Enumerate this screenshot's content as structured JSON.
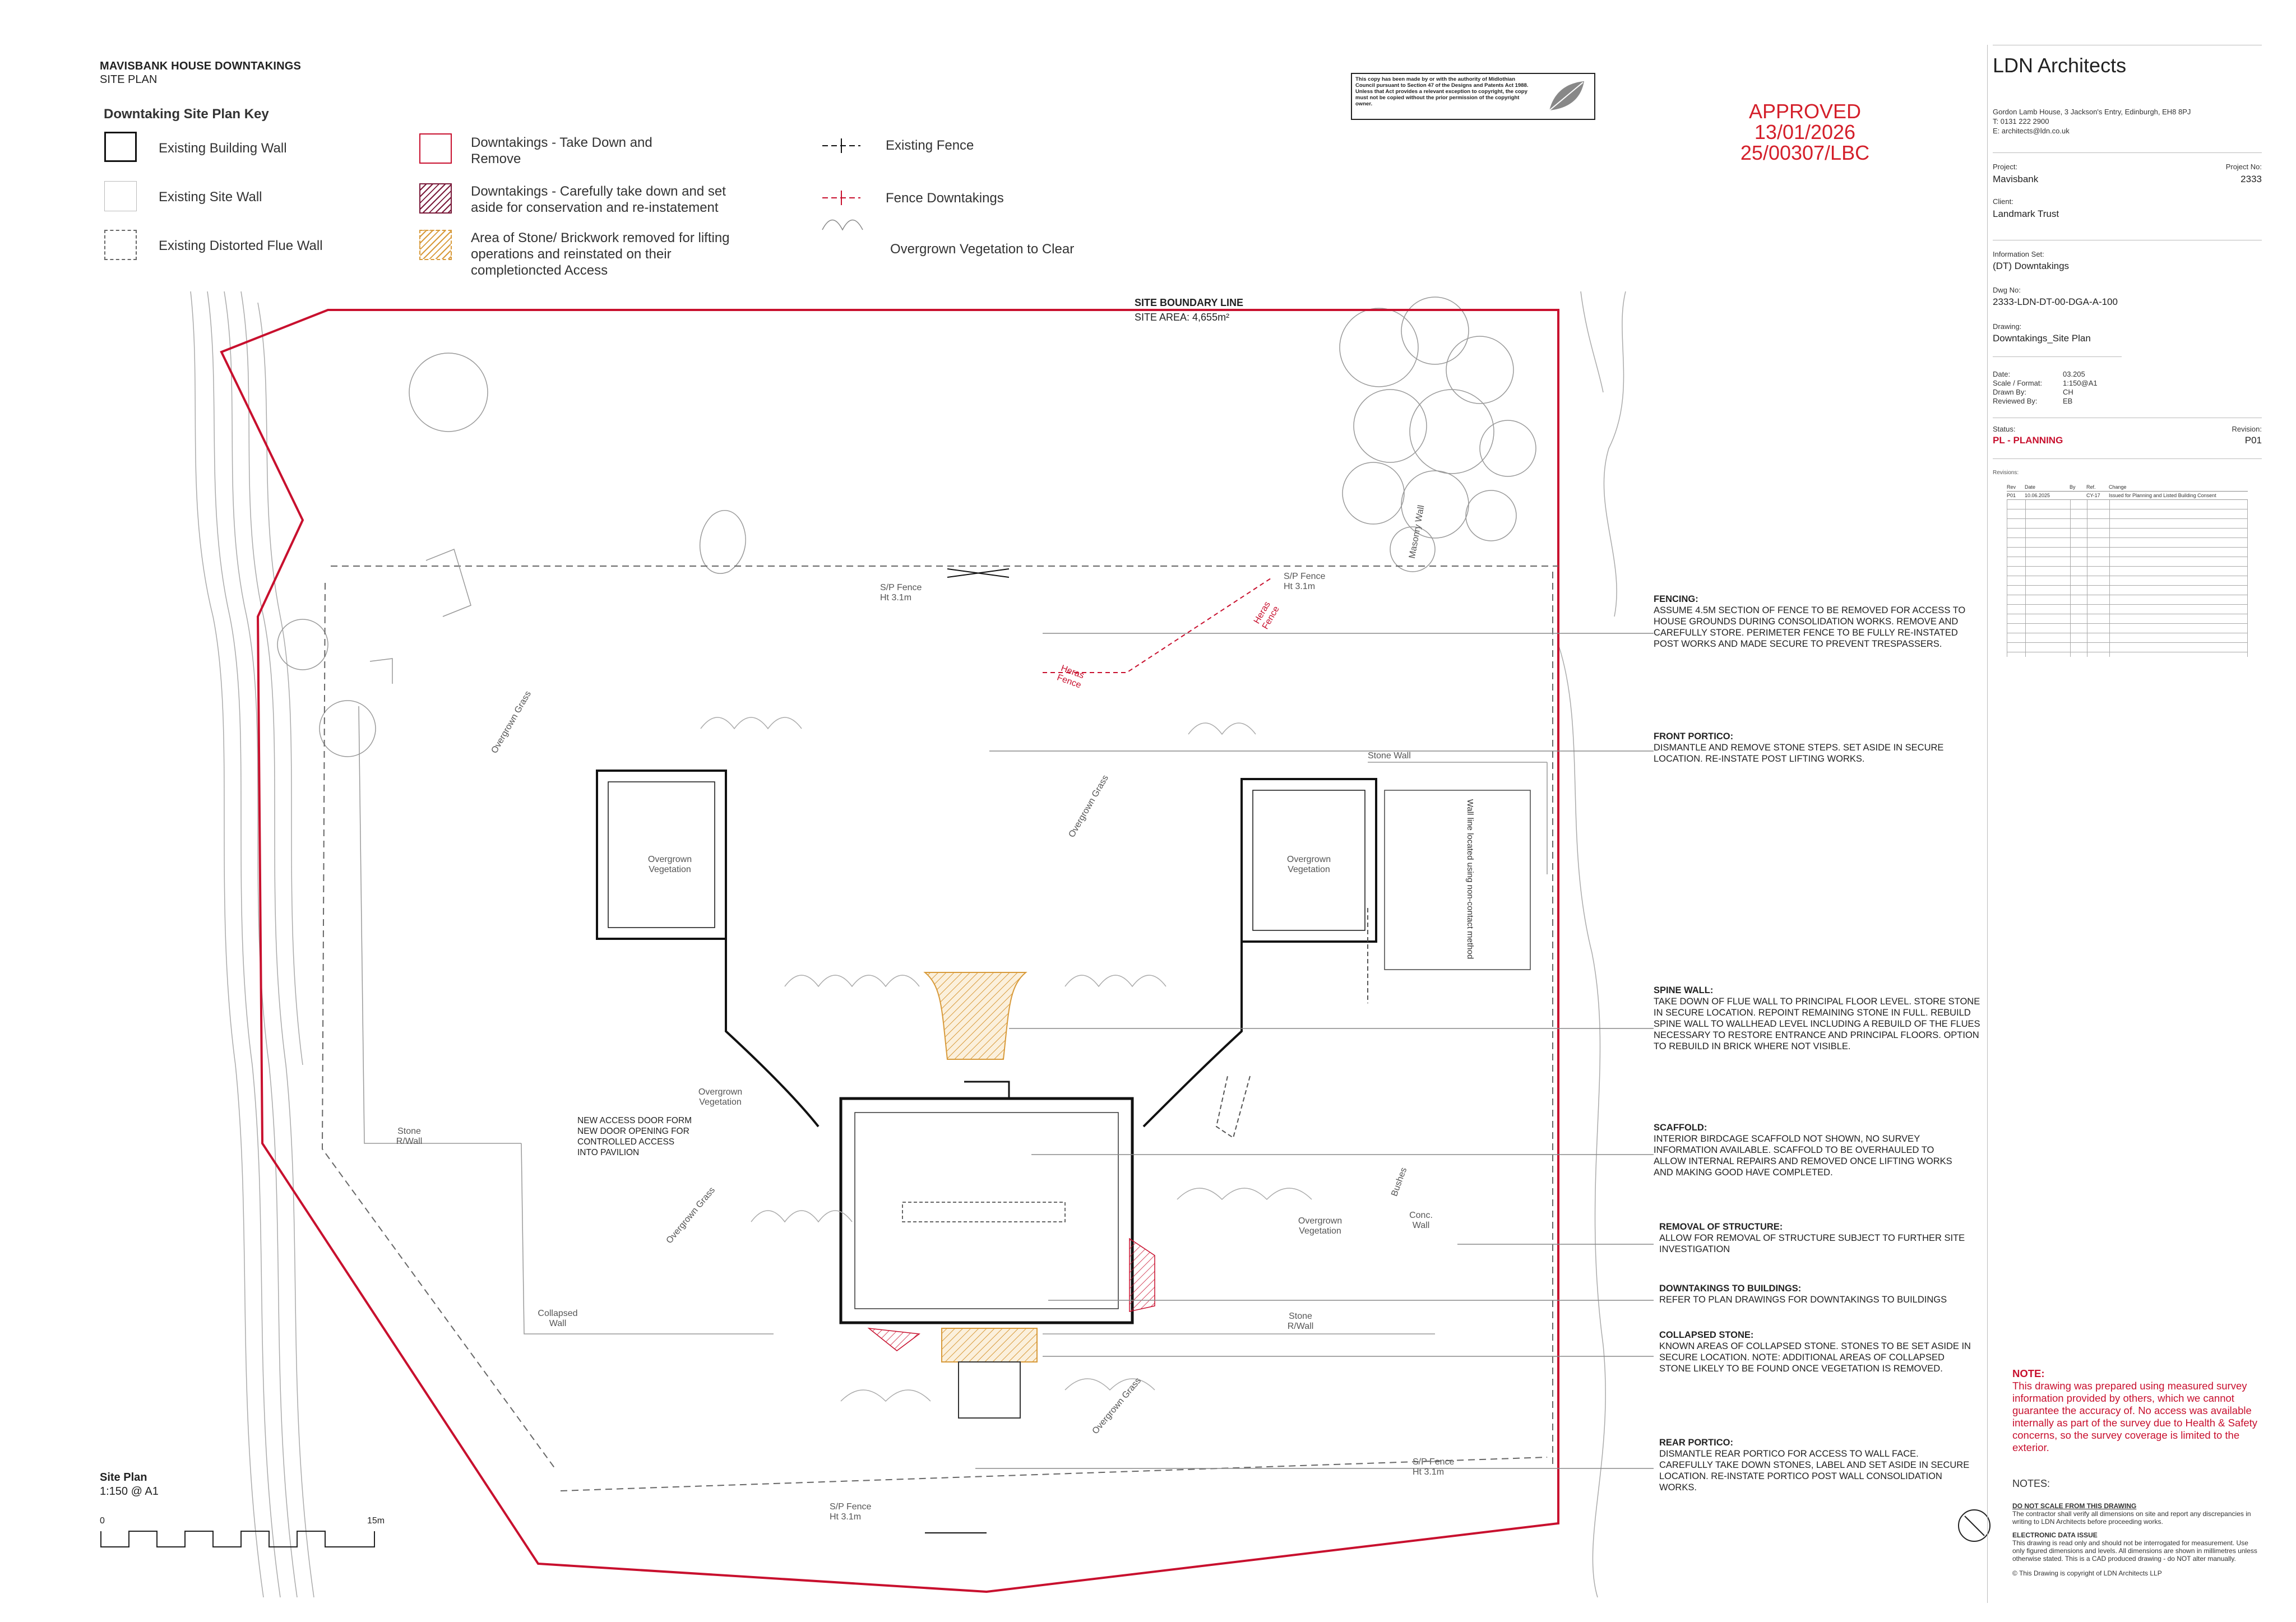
{
  "header": {
    "title": "MAVISBANK HOUSE DOWNTAKINGS",
    "subtitle": "SITE PLAN"
  },
  "key": {
    "title": "Downtaking Site Plan Key",
    "items": [
      {
        "label": "Existing Building Wall"
      },
      {
        "label": "Existing Site Wall"
      },
      {
        "label": "Existing Distorted Flue Wall"
      },
      {
        "label": "Downtakings - Take Down and Remove"
      },
      {
        "label": "Downtakings - Carefully take down and set aside for conservation and re-instatement"
      },
      {
        "label": "Area of Stone/ Brickwork removed for lifting operations and reinstated on their completioncted Access"
      },
      {
        "label": "Existing Fence"
      },
      {
        "label": "Fence Downtakings"
      },
      {
        "label": "Overgrown Vegetation to Clear"
      }
    ]
  },
  "copyright_stamp": "This copy has been made by or with the authority of Midlothian Council pursuant to Section 47 of the Designs and Patents Act 1988. Unless that Act provides a relevant exception to copyright, the copy must not be copied without the prior permission of the copyright owner.",
  "approval": {
    "status": "APPROVED",
    "date": "13/01/2026",
    "ref": "25/00307/LBC"
  },
  "boundary": {
    "label": "SITE BOUNDARY LINE",
    "area": "SITE AREA: 4,655m²"
  },
  "plan_labels": {
    "overgrown_grass": "Overgrown Grass",
    "overgrown_vegetation": "Overgrown Vegetation",
    "wall_line": "Wall line located using non-contact method",
    "sp_fence": "S/P Fence",
    "sp_fence_ht": "Ht 3.1m",
    "heras_fence": "Heras Fence",
    "stone_wall": "Stone Wall",
    "stone_rwall": "Stone R/Wall",
    "masonry_wall": "Masonry Wall",
    "conc_wall": "Conc. Wall",
    "bushes": "Bushes",
    "collapsed_wall": "Collapsed Wall",
    "new_access": "NEW ACCESS DOOR FORM NEW DOOR OPENING FOR CONTROLLED ACCESS INTO PAVILION"
  },
  "notes": [
    {
      "heading": "FENCING:",
      "body": "ASSUME 4.5M SECTION OF FENCE TO BE REMOVED FOR ACCESS TO HOUSE GROUNDS DURING CONSOLIDATION WORKS. REMOVE AND CAREFULLY STORE. PERIMETER FENCE TO BE FULLY RE-INSTATED POST WORKS AND MADE SECURE TO PREVENT TRESPASSERS."
    },
    {
      "heading": "FRONT PORTICO:",
      "body": "DISMANTLE AND REMOVE STONE STEPS. SET ASIDE IN SECURE LOCATION. RE-INSTATE POST LIFTING WORKS."
    },
    {
      "heading": "SPINE WALL:",
      "body": "TAKE DOWN OF FLUE WALL TO PRINCIPAL FLOOR LEVEL. STORE STONE IN SECURE LOCATION. REPOINT REMAINING STONE IN FULL. REBUILD SPINE WALL TO WALLHEAD LEVEL INCLUDING A REBUILD OF THE FLUES NECESSARY TO RESTORE ENTRANCE AND PRINCIPAL FLOORS. OPTION TO REBUILD IN BRICK WHERE NOT VISIBLE."
    },
    {
      "heading": "SCAFFOLD:",
      "body": "INTERIOR BIRDCAGE SCAFFOLD NOT SHOWN, NO SURVEY INFORMATION AVAILABLE. SCAFFOLD TO BE OVERHAULED TO ALLOW INTERNAL REPAIRS AND REMOVED ONCE LIFTING WORKS AND MAKING GOOD HAVE COMPLETED."
    },
    {
      "heading": "REMOVAL OF STRUCTURE:",
      "body": "ALLOW FOR REMOVAL OF STRUCTURE SUBJECT TO FURTHER SITE INVESTIGATION"
    },
    {
      "heading": "DOWNTAKINGS TO BUILDINGS:",
      "body": "REFER TO PLAN DRAWINGS FOR DOWNTAKINGS TO BUILDINGS"
    },
    {
      "heading": "COLLAPSED STONE:",
      "body": "KNOWN AREAS OF COLLAPSED STONE. STONES TO BE SET ASIDE IN SECURE LOCATION. NOTE: ADDITIONAL AREAS OF COLLAPSED STONE LIKELY TO BE FOUND ONCE VEGETATION IS REMOVED."
    },
    {
      "heading": "REAR PORTICO:",
      "body": "DISMANTLE REAR PORTICO FOR ACCESS TO WALL FACE. CAREFULLY TAKE DOWN STONES, LABEL AND SET ASIDE IN SECURE LOCATION. RE-INSTATE PORTICO POST WALL CONSOLIDATION WORKS."
    }
  ],
  "scale_bar": {
    "title": "Site Plan",
    "scale": "1:150 @ A1",
    "start": "0",
    "end": "15m"
  },
  "title_block": {
    "firm": "LDN Architects",
    "address": "Gordon Lamb House, 3 Jackson's Entry, Edinburgh, EH8 8PJ",
    "phone": "T: 0131 222 2900",
    "email": "E: architects@ldn.co.uk",
    "project_label": "Project:",
    "project": "Mavisbank",
    "project_no_label": "Project No:",
    "project_no": "2333",
    "client_label": "Client:",
    "client": "Landmark Trust",
    "info_set_label": "Information Set:",
    "info_set": "(DT) Downtakings",
    "dwg_no_label": "Dwg No:",
    "dwg_no": "2333-LDN-DT-00-DGA-A-100",
    "drawing_label": "Drawing:",
    "drawing": "Downtakings_Site Plan",
    "date_label": "Date:",
    "date": "03.205",
    "scale_label": "Scale / Format:",
    "scale": "1:150@A1",
    "drawn_label": "Drawn By:",
    "drawn": "CH",
    "reviewed_label": "Reviewed By:",
    "reviewed": "EB",
    "status_label": "Status:",
    "status": "PL - PLANNING",
    "revision_label": "Revision:",
    "revision": "P01",
    "revisions_label": "Revisions:",
    "rev_headers": [
      "Rev",
      "Date",
      "By",
      "Ref.",
      "Change"
    ],
    "rev_rows": [
      [
        "P01",
        "10.06.2025",
        "",
        "CY-17",
        "Issued for Planning and Listed Building Consent"
      ]
    ],
    "note_heading": "NOTE:",
    "note_body": "This drawing was prepared using measured survey information provided by others, which we cannot guarantee the accuracy of. No access was available internally as part of the survey due to Health & Safety concerns, so the survey coverage is limited to the exterior.",
    "notes_heading": "NOTES:",
    "notes_1_title": "DO NOT SCALE FROM THIS DRAWING",
    "notes_1_body": "The contractor shall verify all dimensions on site and report any discrepancies in writing to LDN Architects before proceeding works.",
    "notes_2_title": "ELECTRONIC DATA ISSUE",
    "notes_2_body": "This drawing is read only and should not be interrogated for measurement. Use only figured dimensions and levels. All dimensions are shown in millimetres unless otherwise stated. This is a CAD produced drawing - do NOT alter manually.",
    "copyright": "© This Drawing is copyright of LDN Architects LLP"
  },
  "colors": {
    "accent_red": "#c8102e",
    "approval_red": "#d41f2a",
    "hatch_orange": "#d89a3a",
    "line_grey": "#8a8a8a"
  }
}
